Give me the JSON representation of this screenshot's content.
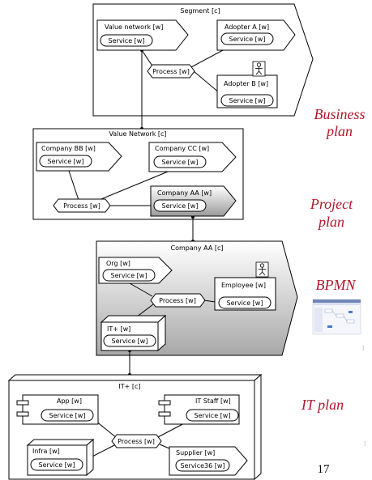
{
  "diagrams": {
    "segment": {
      "title": "Segment [c]",
      "value_network": "Value network [w]",
      "adopter_a": "Adopter A [w]",
      "adopter_b": "Adopter B [w]",
      "service": "Service [w]",
      "process": "Process [w]"
    },
    "value_network": {
      "title": "Value Network [c]",
      "company_bb": "Company BB [w]",
      "company_cc": "Company CC [w]",
      "company_aa": "Company AA [w]",
      "service": "Service [w]",
      "process": "Process [w]"
    },
    "company_aa": {
      "title": "Company AA [c]",
      "org": "Org [w]",
      "employee": "Employee [w]",
      "it_plus": "IT+ [w]",
      "service": "Service [w]",
      "process": "Process [w]"
    },
    "it_plus": {
      "title": "IT+ [c]",
      "app": "App [w]",
      "it_staff": "IT Staff [w]",
      "infra": "Infra [w]",
      "supplier": "Supplier [w]",
      "service": "Service [w]",
      "service36": "Service36 [w]",
      "process": "Process [w]"
    }
  },
  "side_labels": {
    "business_1": "Business",
    "business_2": "plan",
    "project_1": "Project",
    "project_2": "plan",
    "bpmn": "BPMN",
    "it_plan": "IT plan"
  },
  "page_number": "17"
}
